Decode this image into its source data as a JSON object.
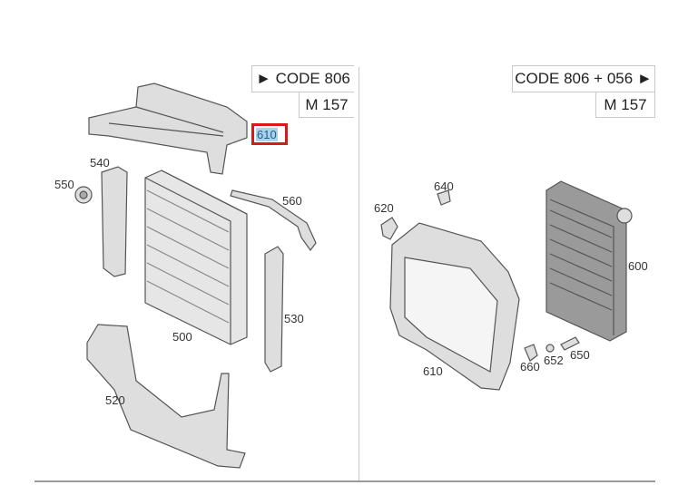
{
  "left_panel": {
    "code_label": "► CODE 806",
    "model_label": "M 157",
    "highlighted_part": "610",
    "parts": [
      "550",
      "540",
      "560",
      "530",
      "500",
      "520"
    ]
  },
  "right_panel": {
    "code_label": "CODE 806 + 056 ►",
    "model_label": "M 157",
    "parts": [
      "640",
      "620",
      "600",
      "610",
      "660",
      "652",
      "650"
    ]
  },
  "colors": {
    "highlight_border": "#d7191c",
    "highlight_fill": "#a8d3ee",
    "line": "#555555",
    "part_fill": "#dcdcdc"
  }
}
